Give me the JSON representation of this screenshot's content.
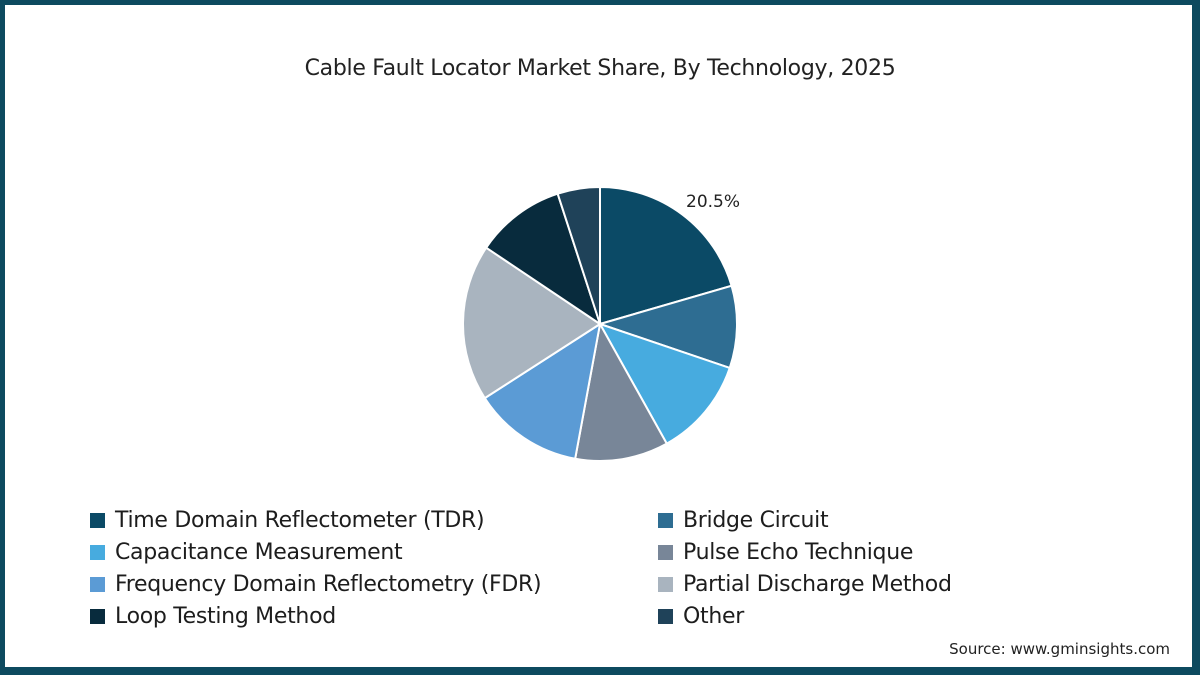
{
  "title": "Cable Fault Locator Market Share, By Technology, 2025",
  "source": "Source: www.gminsights.com",
  "colors": {
    "frame": "#0d4a5f"
  },
  "chart_data": {
    "type": "pie",
    "title": "Cable Fault Locator Market Share, By Technology, 2025",
    "categories": [
      "Time Domain Reflectometer (TDR)",
      "Bridge Circuit",
      "Capacitance Measurement",
      "Pulse Echo Technique",
      "Frequency Domain Reflectometry (FDR)",
      "Partial Discharge Method",
      "Loop Testing Method",
      "Other"
    ],
    "values": [
      20.5,
      9.7,
      11.7,
      11.0,
      13.0,
      18.5,
      10.6,
      5.0
    ],
    "colors": [
      "#0b4a66",
      "#2e6d92",
      "#47abdf",
      "#788698",
      "#5b9bd5",
      "#a9b4bf",
      "#082b3d",
      "#1f4259"
    ],
    "annotations": [
      {
        "category": "Time Domain Reflectometer (TDR)",
        "text": "20.5%"
      }
    ],
    "legend_position": "bottom",
    "start_angle": "top, clockwise"
  },
  "legend": [
    {
      "label": "Time Domain Reflectometer (TDR)",
      "color": "#0b4a66"
    },
    {
      "label": "Bridge Circuit",
      "color": "#2e6d92"
    },
    {
      "label": "Capacitance Measurement",
      "color": "#47abdf"
    },
    {
      "label": "Pulse Echo Technique",
      "color": "#788698"
    },
    {
      "label": "Frequency Domain Reflectometry (FDR)",
      "color": "#5b9bd5"
    },
    {
      "label": "Partial Discharge Method",
      "color": "#a9b4bf"
    },
    {
      "label": "Loop Testing Method",
      "color": "#082b3d"
    },
    {
      "label": "Other",
      "color": "#1f4259"
    }
  ],
  "slice_label": "20.5%"
}
